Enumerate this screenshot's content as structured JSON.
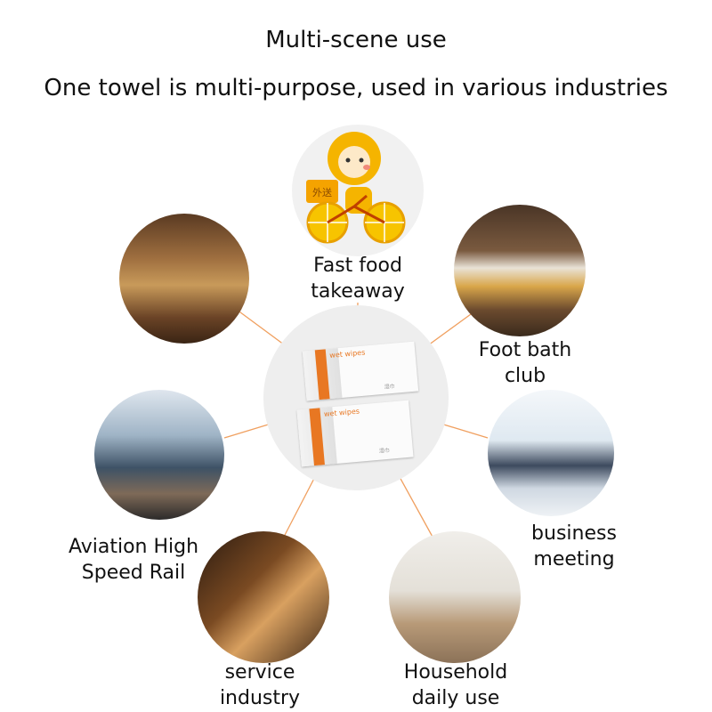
{
  "header": {
    "title": "Multi-scene use",
    "subtitle": "One towel is multi-purpose, used in various industries"
  },
  "center_product": {
    "pack_text": "wet wipes",
    "pack_small": "湿巾"
  },
  "scenes": [
    {
      "id": "fast-food",
      "label_lines": [
        "Fast food",
        "takeaway"
      ],
      "badge": "外送"
    },
    {
      "id": "foot-bath",
      "label_lines": [
        "Foot bath",
        "club"
      ]
    },
    {
      "id": "business",
      "label_lines": [
        "business",
        "meeting"
      ]
    },
    {
      "id": "household",
      "label_lines": [
        "Household",
        "daily use"
      ]
    },
    {
      "id": "service",
      "label_lines": [
        "service",
        "industry"
      ]
    },
    {
      "id": "aviation",
      "label_lines": [
        "Aviation High",
        "Speed Rail"
      ]
    },
    {
      "id": "restaurant",
      "label_lines": []
    }
  ],
  "colors": {
    "connector": "#f0a060",
    "accent_orange": "#e87722",
    "mascot_yellow": "#f5b400"
  }
}
